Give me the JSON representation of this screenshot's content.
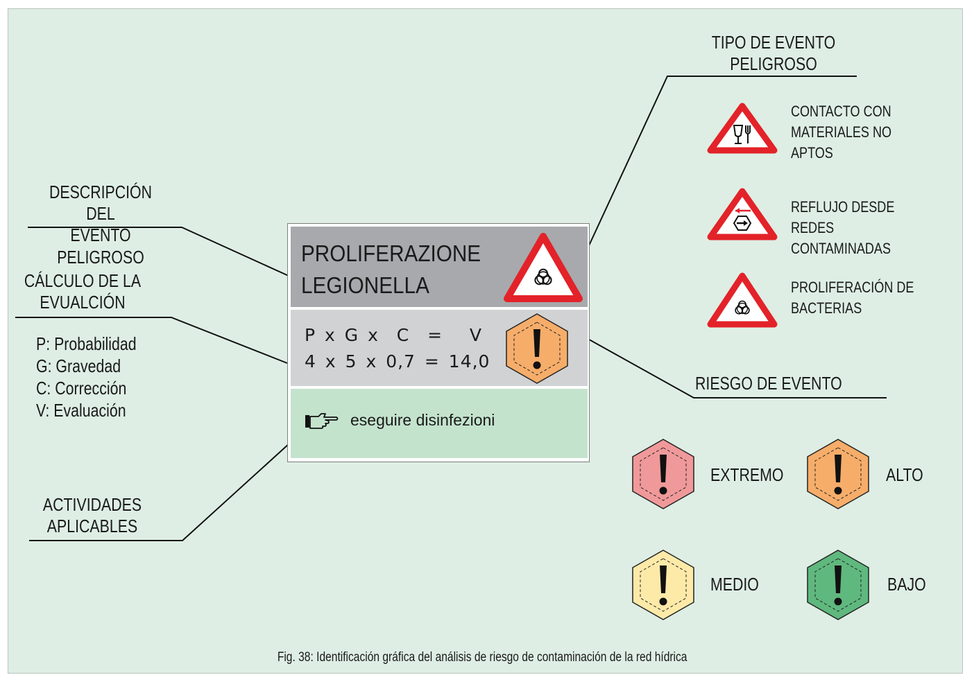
{
  "labels": {
    "tipo_evento": [
      "TIPO DE EVENTO",
      "PELIGROSO"
    ],
    "descripcion": [
      "DESCRIPCIÓN DEL",
      "EVENTO PELIGROSO"
    ],
    "calculo": [
      "CÁLCULO DE LA",
      "EVUALCIÓN"
    ],
    "riesgo": "RIESGO DE EVENTO",
    "actividades": [
      "ACTIVIDADES",
      "APLICABLES"
    ]
  },
  "legend_formula": [
    "P: Probabilidad",
    "G: Gravedad",
    "C: Corrección",
    "V: Evaluación"
  ],
  "card": {
    "title": [
      "PROLIFERAZIONE",
      "LEGIONELLA"
    ],
    "formula_header": "P x G x  C  =   V",
    "formula_values": "4 x 5 x 0,7 = 14,0",
    "action": "eseguire disinfezioni"
  },
  "event_types": [
    {
      "icon": "food-contact-icon",
      "lines": [
        "CONTACTO CON",
        "MATERIALES NO",
        "APTOS"
      ]
    },
    {
      "icon": "backflow-icon",
      "lines": [
        "REFLUJO DESDE REDES",
        "CONTAMINADAS"
      ]
    },
    {
      "icon": "biohazard-icon",
      "lines": [
        "PROLIFERACIÓN DE",
        "BACTERIAS"
      ]
    }
  ],
  "risk_levels": [
    {
      "label": "EXTREMO",
      "color": "#f0999a"
    },
    {
      "label": "ALTO",
      "color": "#f6ad6a"
    },
    {
      "label": "MEDIO",
      "color": "#fdeaa8"
    },
    {
      "label": "BAJO",
      "color": "#5fb87e"
    }
  ],
  "card_risk_color": "#f6ad6a",
  "colors": {
    "background": "#deeee4",
    "warning_red": "#e32229",
    "card_head": "#a7a9ac",
    "card_calc": "#d1d2d4",
    "card_action": "#c4e3cd"
  },
  "caption": "Fig. 38: Identificación gráfica del análisis de riesgo de contaminación de la red hídrica"
}
